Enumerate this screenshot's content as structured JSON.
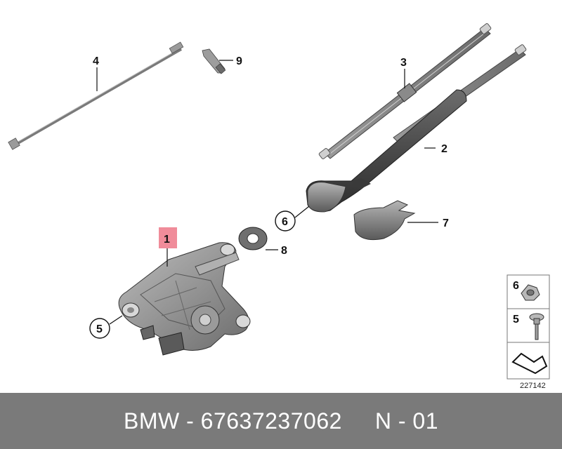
{
  "callouts": {
    "c1": "1",
    "c2": "2",
    "c3": "3",
    "c4": "4",
    "c5": "5",
    "c6": "6",
    "c7": "7",
    "c8": "8",
    "c9": "9"
  },
  "legend": {
    "l6": "6",
    "l5": "5"
  },
  "reference_number": "227142",
  "footer": {
    "text": "BMW - 67637237062     N - 01"
  },
  "colors": {
    "footer_bg": "#7a7a7a",
    "highlight": "#f08c9a",
    "part_fill": "#8a8a8a"
  }
}
